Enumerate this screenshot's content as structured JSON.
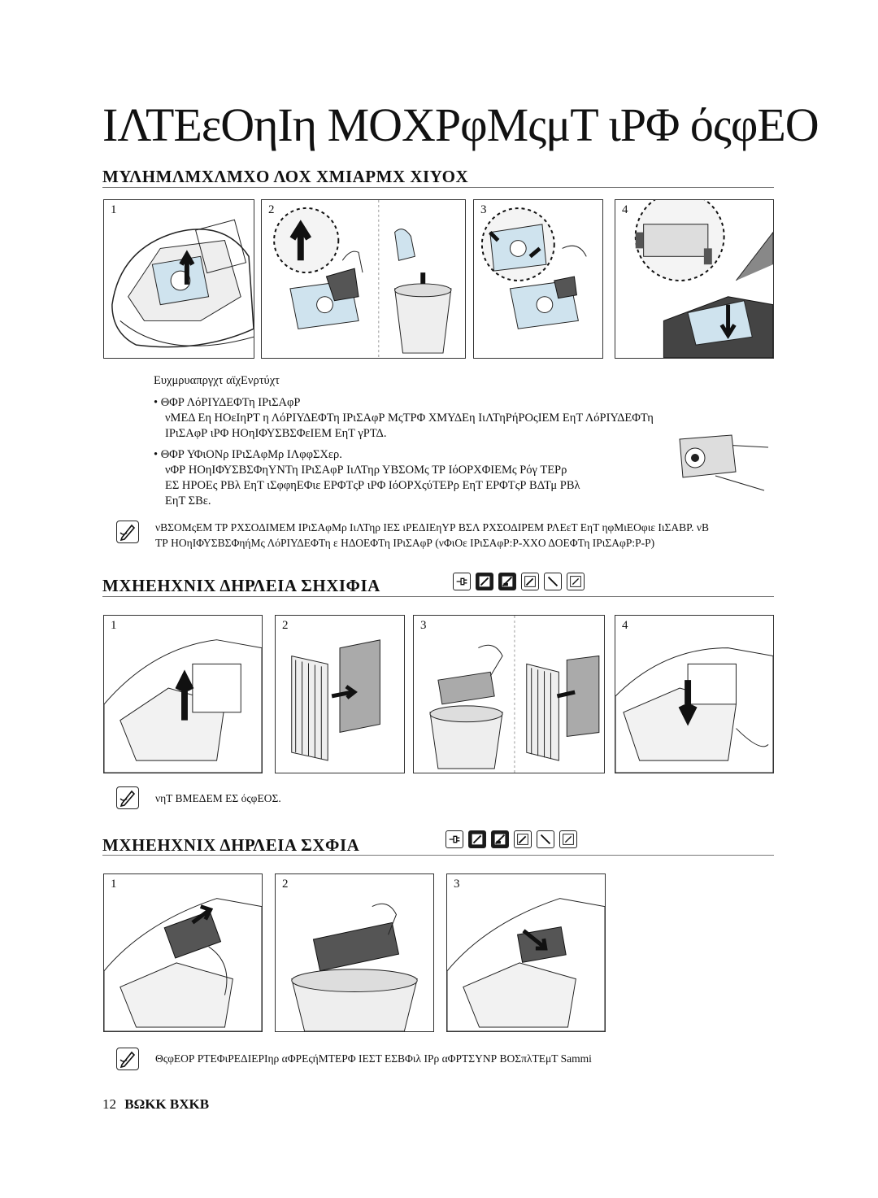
{
  "page": {
    "title": "ΙΛΤΕεΟηΙη ΜΟΧΡφΜςμΤ ιΡΦ όςφΕΟ"
  },
  "section1": {
    "heading": "ΜΥΛΗΜΛΜΧΛΜΧΟ ΛΟΧ ΧΜΙΑΡΜΧ ΧΙΥΟΧ",
    "steps": [
      "1",
      "2",
      "3",
      "4"
    ],
    "subtitle": "Ευχμρυαπργχτ αϊχΕνρτύχτ",
    "bullet1_title": "ΘΦΡ ΛόΡΙΥΔΕΦΤη ΙΡιΣΑφΡ",
    "bullet1_line1": "νΜΕΔ Εη ΗΟεΙηΡΤ η ΛόΡΙΥΔΕΦΤη ΙΡιΣΑφΡ ΜςΤΡΦ ΧΜΥΔΕη ΙιΛΤηΡήΡΟςΙΕΜ ΕηΤ ΛόΡΙΥΔΕΦΤη",
    "bullet1_line2": "ΙΡιΣΑφΡ ιΡΦ ΗΟηΙΦΥΣΒΣΦεΙΕΜ ΕηΤ γΡΤΔ.",
    "bullet2_title": "ΘΦΡ ΥΦιΟΝρ ΙΡιΣΑφΜρ ΙΛφφΣΧερ.",
    "bullet2_line1": "νΦΡ ΗΟηΙΦΥΣΒΣΦηΥΝΤη ΙΡιΣΑφΡ ΙιΛΤηρ ΥΒΣΟΜς ΤΡ ΙόΟΡΧΦΙΕΜς Ρόγ ΤΕΡρ",
    "bullet2_line2": "ΕΣ ΗΡΟΕς ΡΒλ ΕηΤ ιΣφφηΕΦιε ΕΡΦΤςΡ ιΡΦ ΙόΟΡΧςύΤΕΡρ ΕηΤ ΕΡΦΤςΡ ΒΔΤμ ΡΒλ",
    "bullet2_line3": "ΕηΤ ΣΒε.",
    "note_line1": "νΒΣΟΜςΕΜ ΤΡ ΡΧΣΟΔΙΜΕΜ ΙΡιΣΑφΜρ ΙιΛΤηρ ΙΕΣ ιΡΕΔΙΕηΥΡ ΒΣΛ ΡΧΣΟΔΙΡΕΜ ΡΛΕεΤ ΕηΤ ηφΜιΕΟφιε ΙιΣΑΒΡ. νΒ",
    "note_line2": "ΤΡ ΗΟηΙΦΥΣΒΣΦηήΜς ΛόΡΙΥΔΕΦΤη ε ΗΔΟΕΦΤη ΙΡιΣΑφΡ (νΦιΟε ΙΡιΣΑφΡ:Ρ-ΧΧΟ ΔΟΕΦΤη ΙΡιΣΑφΡ:Ρ-Ρ)"
  },
  "section2": {
    "heading": "ΜΧΗΕΗΧΝΙΧ ΔΗΡΛΕΙΑ ΣΗΧΙΦΙΑ",
    "steps": [
      "1",
      "2",
      "3",
      "4"
    ],
    "note": "νηΤ ΒΜΕΔΕΜ ΕΣ όςφΕΟΣ."
  },
  "section3": {
    "heading": "ΜΧΗΕΗΧΝΙΧ ΔΗΡΛΕΙΑ ΣΧΦΙΑ",
    "steps": [
      "1",
      "2",
      "3"
    ],
    "note": "ΘςφΕΟΡ ΡΤΕΦιΡΕΔΙΕΡΙηρ αΦΡΕςήΜΤΕΡΦ ΙΕΣΤ ΕΣΒΦιλ ΙΡρ αΦΡΤΣΥΝΡ ΒΟΣπλΤΕμΤ Sammi"
  },
  "footer": {
    "page_number": "12",
    "label": "ΒΩΚΚ ΒΧΚΒ"
  },
  "icons": {
    "note": "pen-note-icon",
    "modes": [
      "plug-icon",
      "floor-icon",
      "brush-icon",
      "dust-icon",
      "crevice-icon",
      "carpet-icon"
    ]
  }
}
